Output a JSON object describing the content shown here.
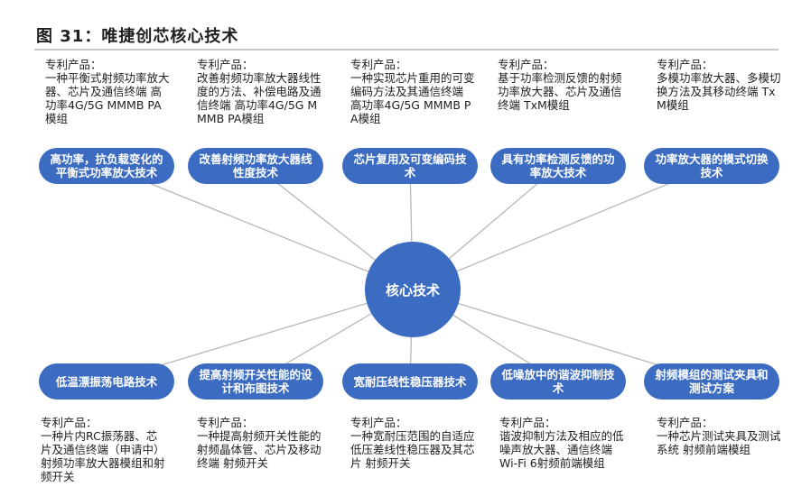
{
  "title": "图 31：唯捷创芯核心技术",
  "center": {
    "label": "核心技术"
  },
  "top_nodes": [
    {
      "label": "高功率，抗负载变化的平衡式功率放大技术",
      "note": "专利产品：\n一种平衡式射频功率放大器、芯片及通信终端 高功率4G/5G MMMB PA模组"
    },
    {
      "label": "改善射频功率放大器线性度技术",
      "note": "专利产品：\n改善射频功率放大器线性度的方法、补偿电路及通信终端 高功率4G/5G MMMB PA模组"
    },
    {
      "label": "芯片复用及可变编码技术",
      "note": "专利产品：\n一种实现芯片重用的可变编码方法及其通信终端 高功率4G/5G MMMB PA模组"
    },
    {
      "label": "具有功率检测反馈的功率放大技术",
      "note": "专利产品：\n基于功率检测反馈的射频功率放大器、芯片及通信终端 TxM模组"
    },
    {
      "label": "功率放大器的模式切换技术",
      "note": "专利产品：\n多模功率放大器、多模切换方法及其移动终端 TxM模组"
    }
  ],
  "bottom_nodes": [
    {
      "label": "低温漂振荡电路技术",
      "note": "专利产品：\n一种片内RC振荡器、芯片及通信终端（申请中） 射频功率放大器模组和射频开关"
    },
    {
      "label": "提高射频开关性能的设计和布图技术",
      "note": "专利产品：\n一种提高射频开关性能的射频晶体管、芯片及移动终端 射频开关"
    },
    {
      "label": "宽耐压线性稳压器技术",
      "note": "专利产品：\n一种宽耐压范围的自适应低压差线性稳压器及其芯片 射频开关"
    },
    {
      "label": "低噪放中的谐波抑制技术",
      "note": "专利产品：\n谐波抑制方法及相应的低噪声放大器、通信终端 Wi-Fi 6射频前端模组"
    },
    {
      "label": "射频模组的测试夹具和测试方案",
      "note": "专利产品：\n一种芯片测试夹具及测试系统 射频前端模组"
    }
  ],
  "colors": {
    "node_fill": "#3c6cc1",
    "line": "#b8b8b8",
    "text": "#1f1f1f"
  }
}
